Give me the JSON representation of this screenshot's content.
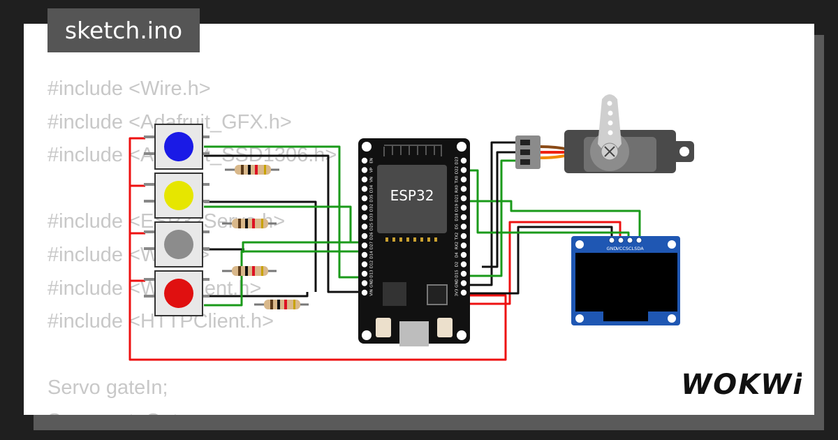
{
  "file_tab": {
    "label": "sketch.ino"
  },
  "code_lines": [
    "#include <Wire.h>",
    "#include <Adafruit_GFX.h>",
    "#include <Adafruit_SSD1306.h>",
    "",
    "#include <ESP32Servo.h>",
    "#include <WiFi.h>",
    "#include <WiFiClient.h>",
    "#include <HTTPClient.h>",
    "",
    "Servo gateIn;",
    "Servo gateOut;"
  ],
  "esp32": {
    "label": "ESP32",
    "left_pins": [
      "EN",
      "VP",
      "VN",
      "D34",
      "D35",
      "D32",
      "D33",
      "D25",
      "D26",
      "D27",
      "D14",
      "D12",
      "D13",
      "GND",
      "VIN"
    ],
    "right_pins": [
      "D23",
      "D22",
      "TX0",
      "RX0",
      "D21",
      "D19",
      "D18",
      "D5",
      "TX2",
      "RX2",
      "D4",
      "D2",
      "D15",
      "GND",
      "3V3"
    ]
  },
  "buttons": [
    {
      "color": "#1a1ae6"
    },
    {
      "color": "#e6e600"
    },
    {
      "color": "#8c8c8c"
    },
    {
      "color": "#e01010"
    }
  ],
  "oled": {
    "pins": [
      "GND",
      "VCC",
      "SCL",
      "SDA"
    ]
  },
  "brand": {
    "logo": "WOKWi"
  },
  "colors": {
    "wire_red": "#ee1111",
    "wire_green": "#1a9a1a",
    "wire_black": "#111111",
    "oled_blue": "#1f57b3",
    "board": "#111111"
  }
}
